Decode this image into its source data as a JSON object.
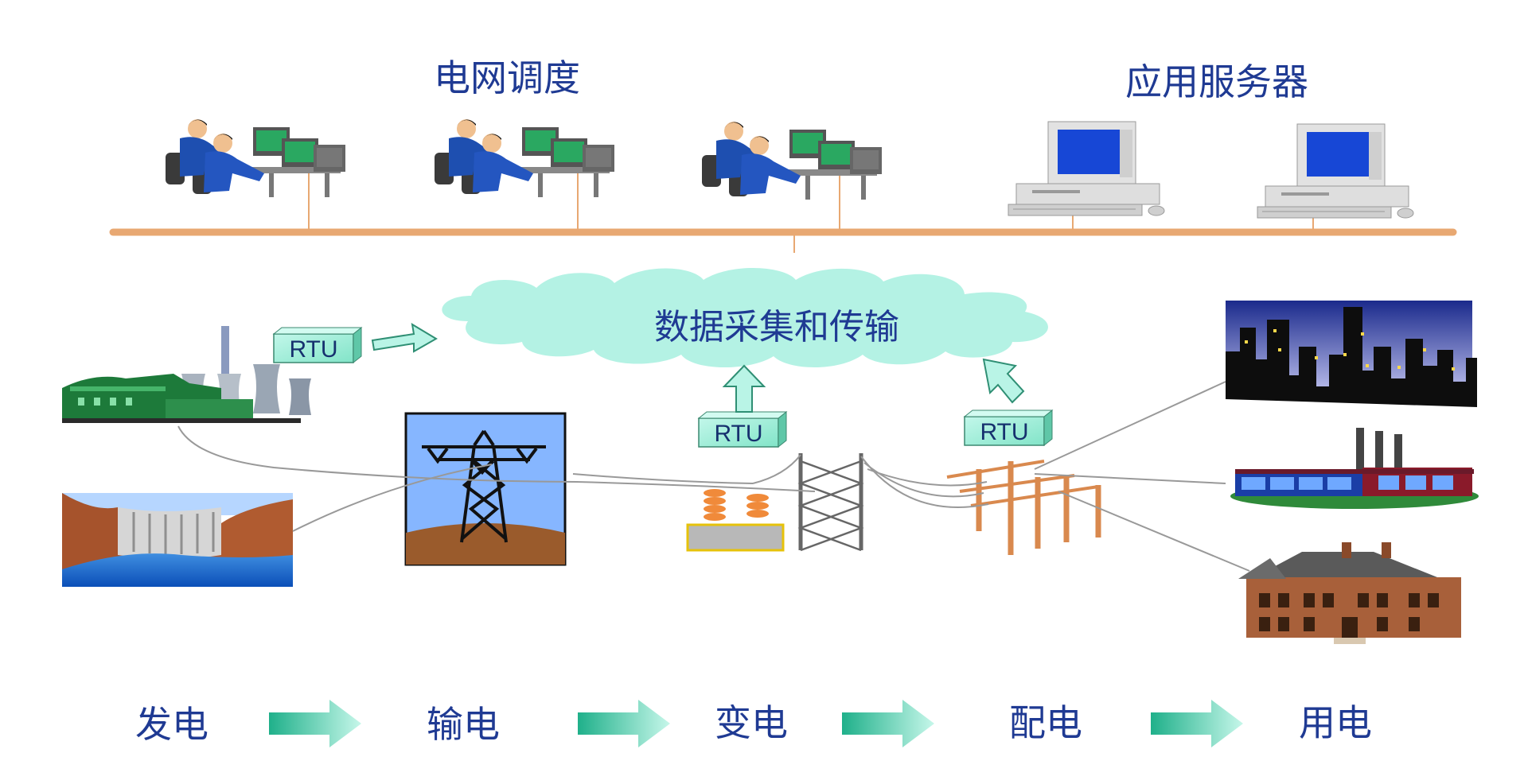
{
  "top_labels": {
    "dispatch": "电网调度",
    "servers": "应用服务器"
  },
  "cloud_label": "数据采集和传输",
  "rtu_label": "RTU",
  "chain": [
    "发电",
    "输电",
    "变电",
    "配电",
    "用电"
  ],
  "colors": {
    "text_blue": "#1f3a93",
    "bus_orange": "#e8a872",
    "cloud": "#b4f2e4",
    "rtu_box": "#a4f0dc",
    "flow_arrow_start": "#1fb08a",
    "flow_arrow_end": "#b9f4e6"
  },
  "icons": [
    "dispatch-operator-icon",
    "dispatch-operator-icon",
    "dispatch-operator-icon",
    "server-workstation-icon",
    "server-workstation-icon",
    "power-plant-icon",
    "hydro-dam-icon",
    "transmission-tower-icon",
    "substation-transformer-icon",
    "distribution-poles-icon",
    "city-skyline-icon",
    "factory-icon",
    "house-icon"
  ]
}
